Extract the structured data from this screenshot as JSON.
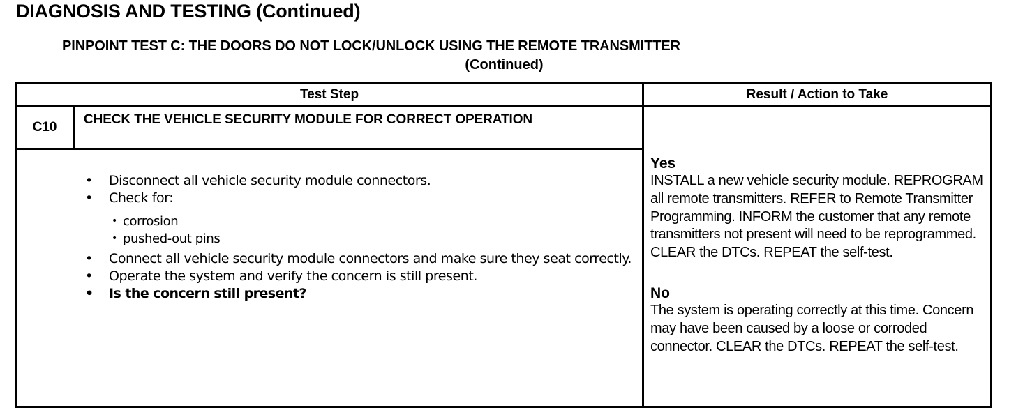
{
  "document": {
    "main_title": "DIAGNOSIS AND TESTING (Continued)",
    "pinpoint_title": "PINPOINT TEST  C: THE DOORS DO NOT LOCK/UNLOCK USING THE REMOTE TRANSMITTER",
    "pinpoint_continued": "(Continued)"
  },
  "table": {
    "headers": {
      "test_step": "Test Step",
      "result_action": "Result / Action to Take"
    },
    "row": {
      "step_id": "C10",
      "step_title": "CHECK THE VEHICLE SECURITY MODULE FOR CORRECT OPERATION",
      "bullets": [
        "Disconnect all vehicle security module connectors.",
        "Check for:",
        "Connect all vehicle security module connectors and make sure they seat correctly.",
        "Operate the system and verify the concern is still present.",
        "Is the concern still present?"
      ],
      "sub_bullets": [
        "corrosion",
        "pushed-out pins"
      ],
      "bullet_marker": "•",
      "results": [
        {
          "label": "Yes",
          "text": "INSTALL a new vehicle security module. REPROGRAM all remote transmitters. REFER to Remote Transmitter Programming. INFORM the customer that any remote transmitters not present will need to be reprogrammed. CLEAR the DTCs. REPEAT the self-test."
        },
        {
          "label": "No",
          "text": "The system is operating correctly at this time. Concern may have been caused by a loose or corroded connector. CLEAR the DTCs. REPEAT the self-test."
        }
      ]
    }
  },
  "colors": {
    "ink": "#000000",
    "page": "#ffffff"
  }
}
